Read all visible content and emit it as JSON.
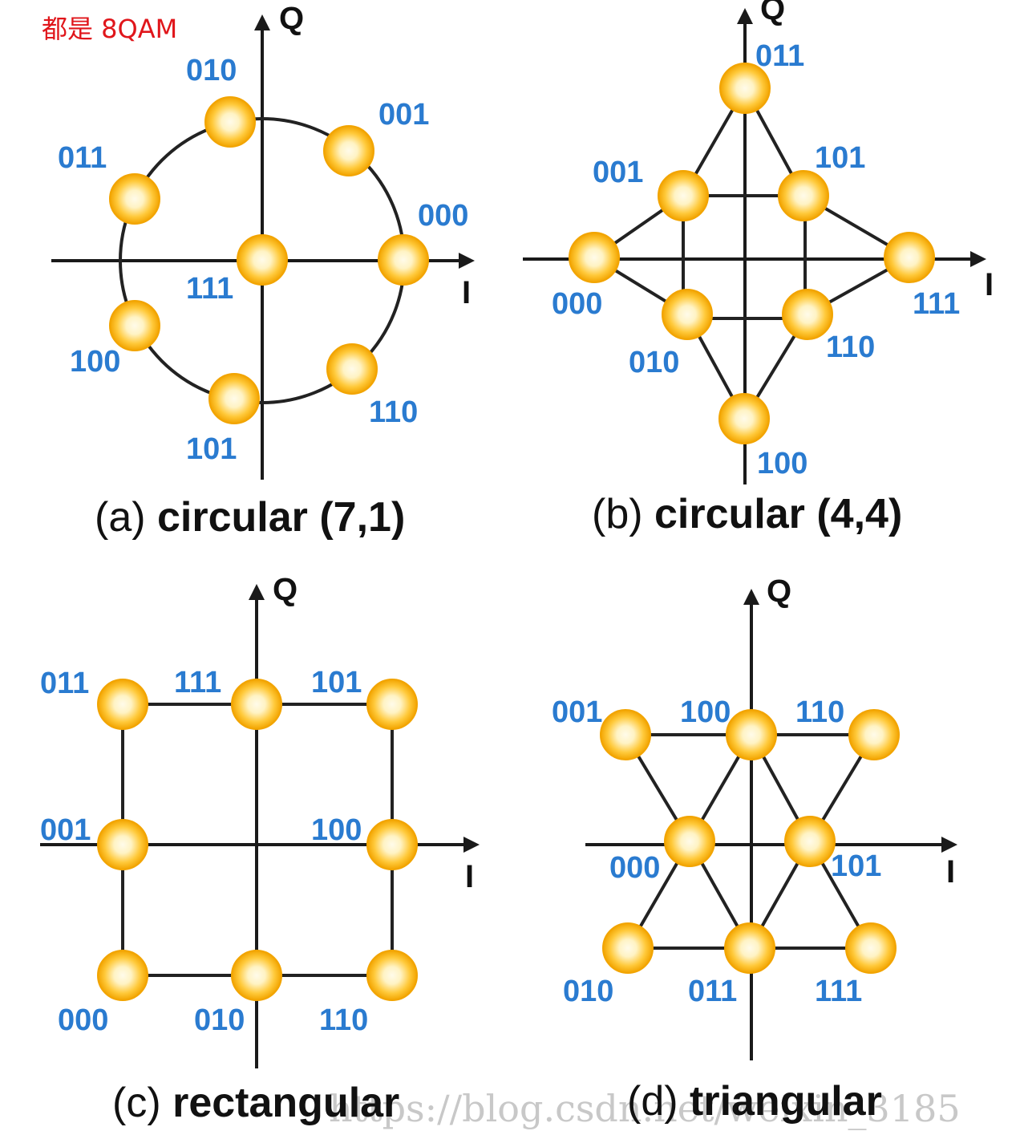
{
  "note": "都是 8QAM",
  "watermark": "https://blog.csdn.net/weixin_3185",
  "colors": {
    "label": "#2a7bd0",
    "note": "#e0161b",
    "point_outer": "#f2a400",
    "point_inner": "#fffbea"
  },
  "panels": [
    {
      "id": "a",
      "caption_letter": "(a)",
      "caption_text": " circular (7,1)",
      "axis_x_label": "I",
      "axis_y_label": "Q",
      "points": [
        "010",
        "001",
        "011",
        "000",
        "111",
        "100",
        "110",
        "101"
      ]
    },
    {
      "id": "b",
      "caption_letter": "(b)",
      "caption_text": " circular (4,4)",
      "axis_x_label": "I",
      "axis_y_label": "Q",
      "points": [
        "011",
        "001",
        "101",
        "000",
        "111",
        "010",
        "110",
        "100"
      ]
    },
    {
      "id": "c",
      "caption_letter": "(c)",
      "caption_text": " rectangular",
      "axis_x_label": "I",
      "axis_y_label": "Q",
      "points": [
        "011",
        "111",
        "101",
        "001",
        "100",
        "000",
        "010",
        "110"
      ]
    },
    {
      "id": "d",
      "caption_letter": "(d)",
      "caption_text": " triangular",
      "axis_x_label": "I",
      "axis_y_label": "Q",
      "points": [
        "001",
        "100",
        "110",
        "000",
        "101",
        "010",
        "011",
        "111"
      ]
    }
  ]
}
